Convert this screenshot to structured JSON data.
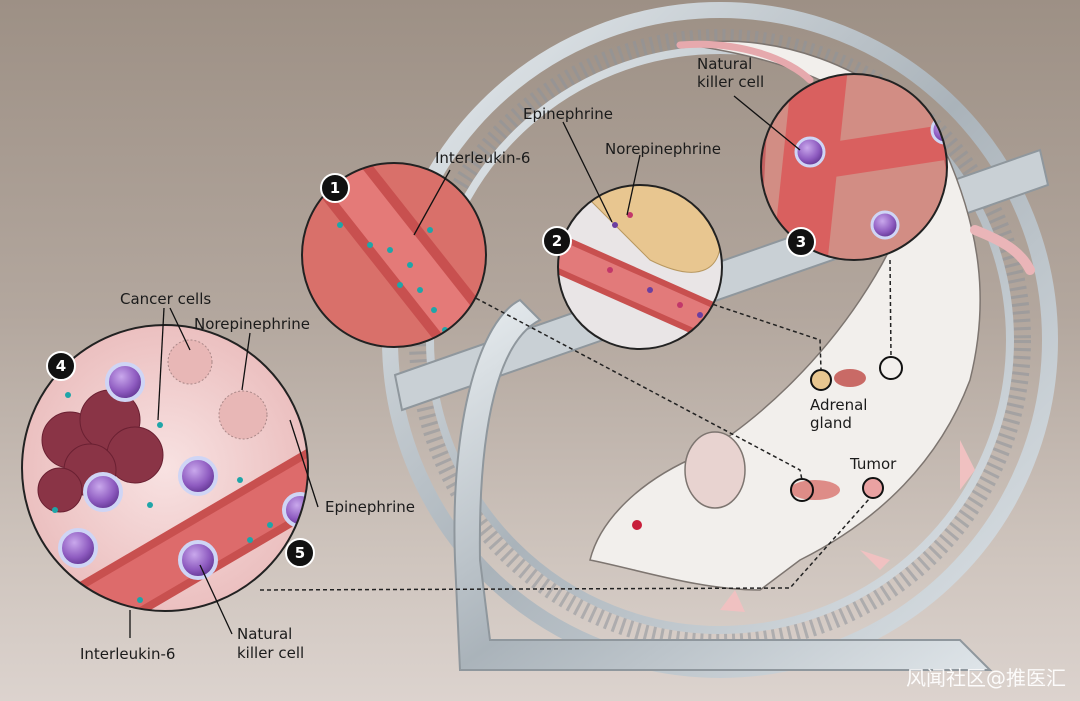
{
  "figure": {
    "subject": "Exercise-induced immune response against tumors in a mouse running on a wheel",
    "steps": [
      {
        "number": "1",
        "labels": [
          "Interleukin-6"
        ]
      },
      {
        "number": "2",
        "labels": [
          "Epinephrine",
          "Norepinephrine"
        ]
      },
      {
        "number": "3",
        "labels": [
          "Natural killer cell"
        ]
      },
      {
        "number": "4",
        "labels": [
          "Cancer cells",
          "Norepinephrine",
          "Epinephrine"
        ]
      },
      {
        "number": "5",
        "labels": [
          "Interleukin-6",
          "Natural killer cell"
        ]
      }
    ],
    "labels": {
      "interleukin_top": "Interleukin-6",
      "epinephrine_top": "Epinephrine",
      "norepinephrine_top": "Norepinephrine",
      "nk_top_line1": "Natural",
      "nk_top_line2": "killer cell",
      "cancer_cells": "Cancer cells",
      "norepinephrine_left": "Norepinephrine",
      "epinephrine_left": "Epinephrine",
      "interleukin_bottom": "Interleukin-6",
      "nk_bottom_line1": "Natural",
      "nk_bottom_line2": "killer cell",
      "adrenal_line1": "Adrenal",
      "adrenal_line2": "gland",
      "tumor": "Tumor"
    },
    "watermark": "风闻社区@推医汇"
  },
  "colors": {
    "background_top": "#9d9085",
    "background_bottom": "#dcd3ce",
    "vessel": "#c8504f",
    "tissue": "#d9706a",
    "interleukin_dot": "#1fa5a8",
    "epinephrine_dot": "#6b3fa0",
    "norepinephrine_dot": "#c2376a",
    "nk_cell": "#8e5bc0",
    "cancer_cell": "#8a3446",
    "adrenal": "#e8c690",
    "wheel": "#bfc6cc"
  }
}
